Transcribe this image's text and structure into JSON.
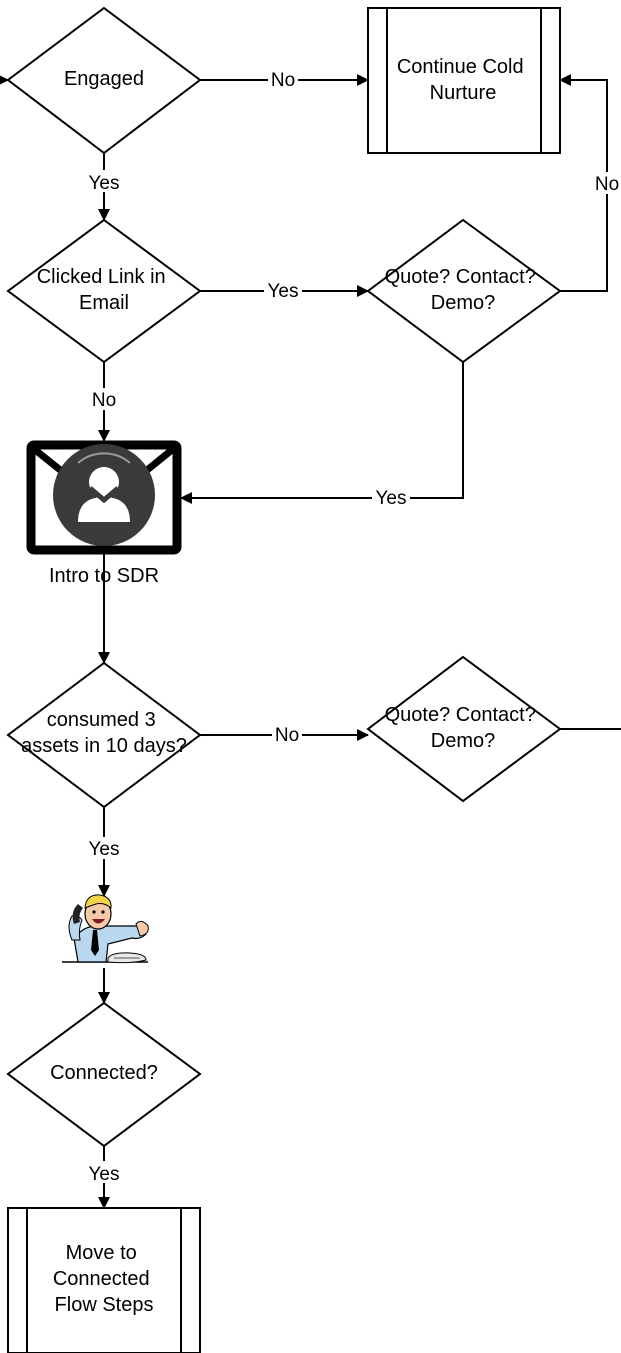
{
  "nodes": {
    "engaged": "Engaged",
    "continue_cold_nurture": [
      "Continue Cold",
      "Nurture"
    ],
    "clicked_link": [
      "Clicked Link in",
      "Email"
    ],
    "quote_contact_demo_1": [
      "Quote? Contact?",
      "Demo?"
    ],
    "intro_to_sdr": "Intro to SDR",
    "consumed_assets": [
      "consumed 3",
      "assets in 10 days?"
    ],
    "quote_contact_demo_2": [
      "Quote? Contact?",
      "Demo?"
    ],
    "connected": "Connected?",
    "move_to_connected": [
      "Move to",
      "Connected",
      "Flow Steps"
    ]
  },
  "edges": {
    "engaged_to_nurture": "No",
    "engaged_to_clicked": "Yes",
    "clicked_to_quote": "Yes",
    "quote_to_nurture": "No",
    "clicked_to_intro": "No",
    "quote_to_intro": "Yes",
    "consumed_to_quote": "No",
    "consumed_to_phone": "Yes",
    "connected_to_move": "Yes"
  },
  "icons": {
    "email": "email-avatar-icon",
    "phone": "salesperson-phone-icon"
  }
}
